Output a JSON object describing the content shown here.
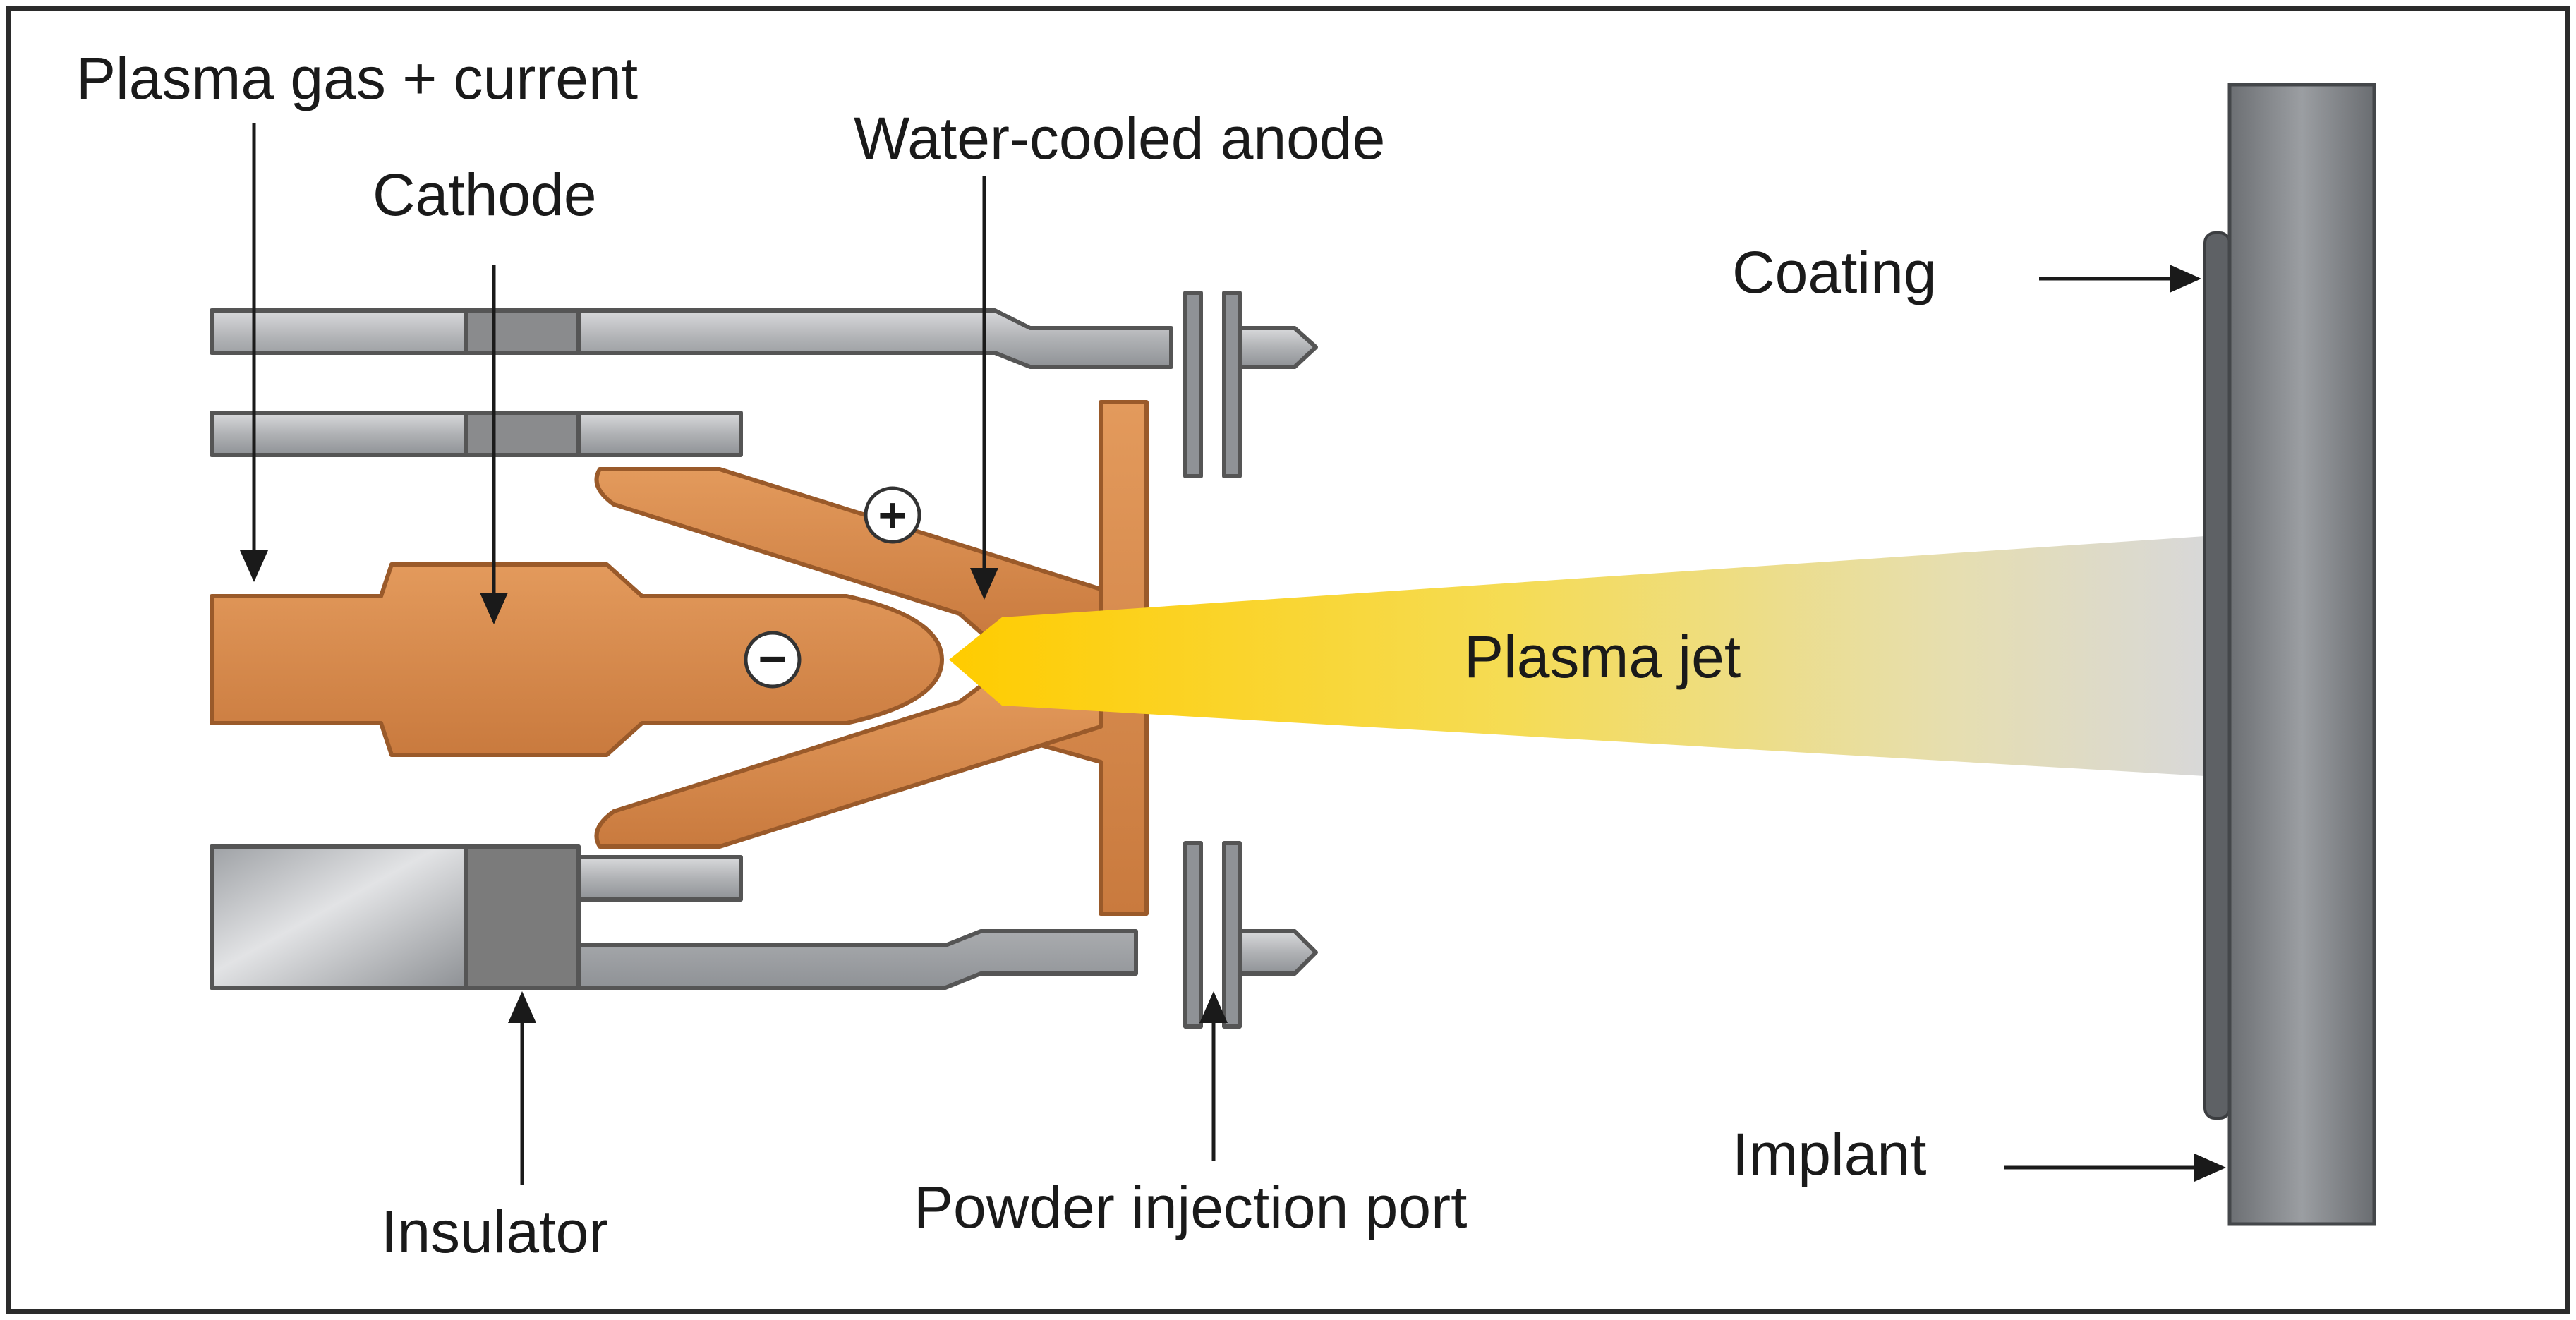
{
  "labels": {
    "plasma_gas": "Plasma gas + current",
    "cathode": "Cathode",
    "anode": "Water-cooled anode",
    "coating": "Coating",
    "plasma_jet": "Plasma jet",
    "insulator": "Insulator",
    "powder_port": "Powder injection port",
    "implant": "Implant"
  },
  "symbols": {
    "positive": "+",
    "negative": "−"
  },
  "colors": {
    "copper": "#d9874a",
    "copper_dark": "#9a5a2a",
    "steel": "#b4b6b9",
    "steel_dark": "#6f7276",
    "insulator": "#7b7b7b",
    "plasma_core": "#ffd21a",
    "plasma_tail": "#dcdcdc",
    "implant": "#7e8185",
    "coating": "#5e6165",
    "border": "#2b2b2b"
  }
}
